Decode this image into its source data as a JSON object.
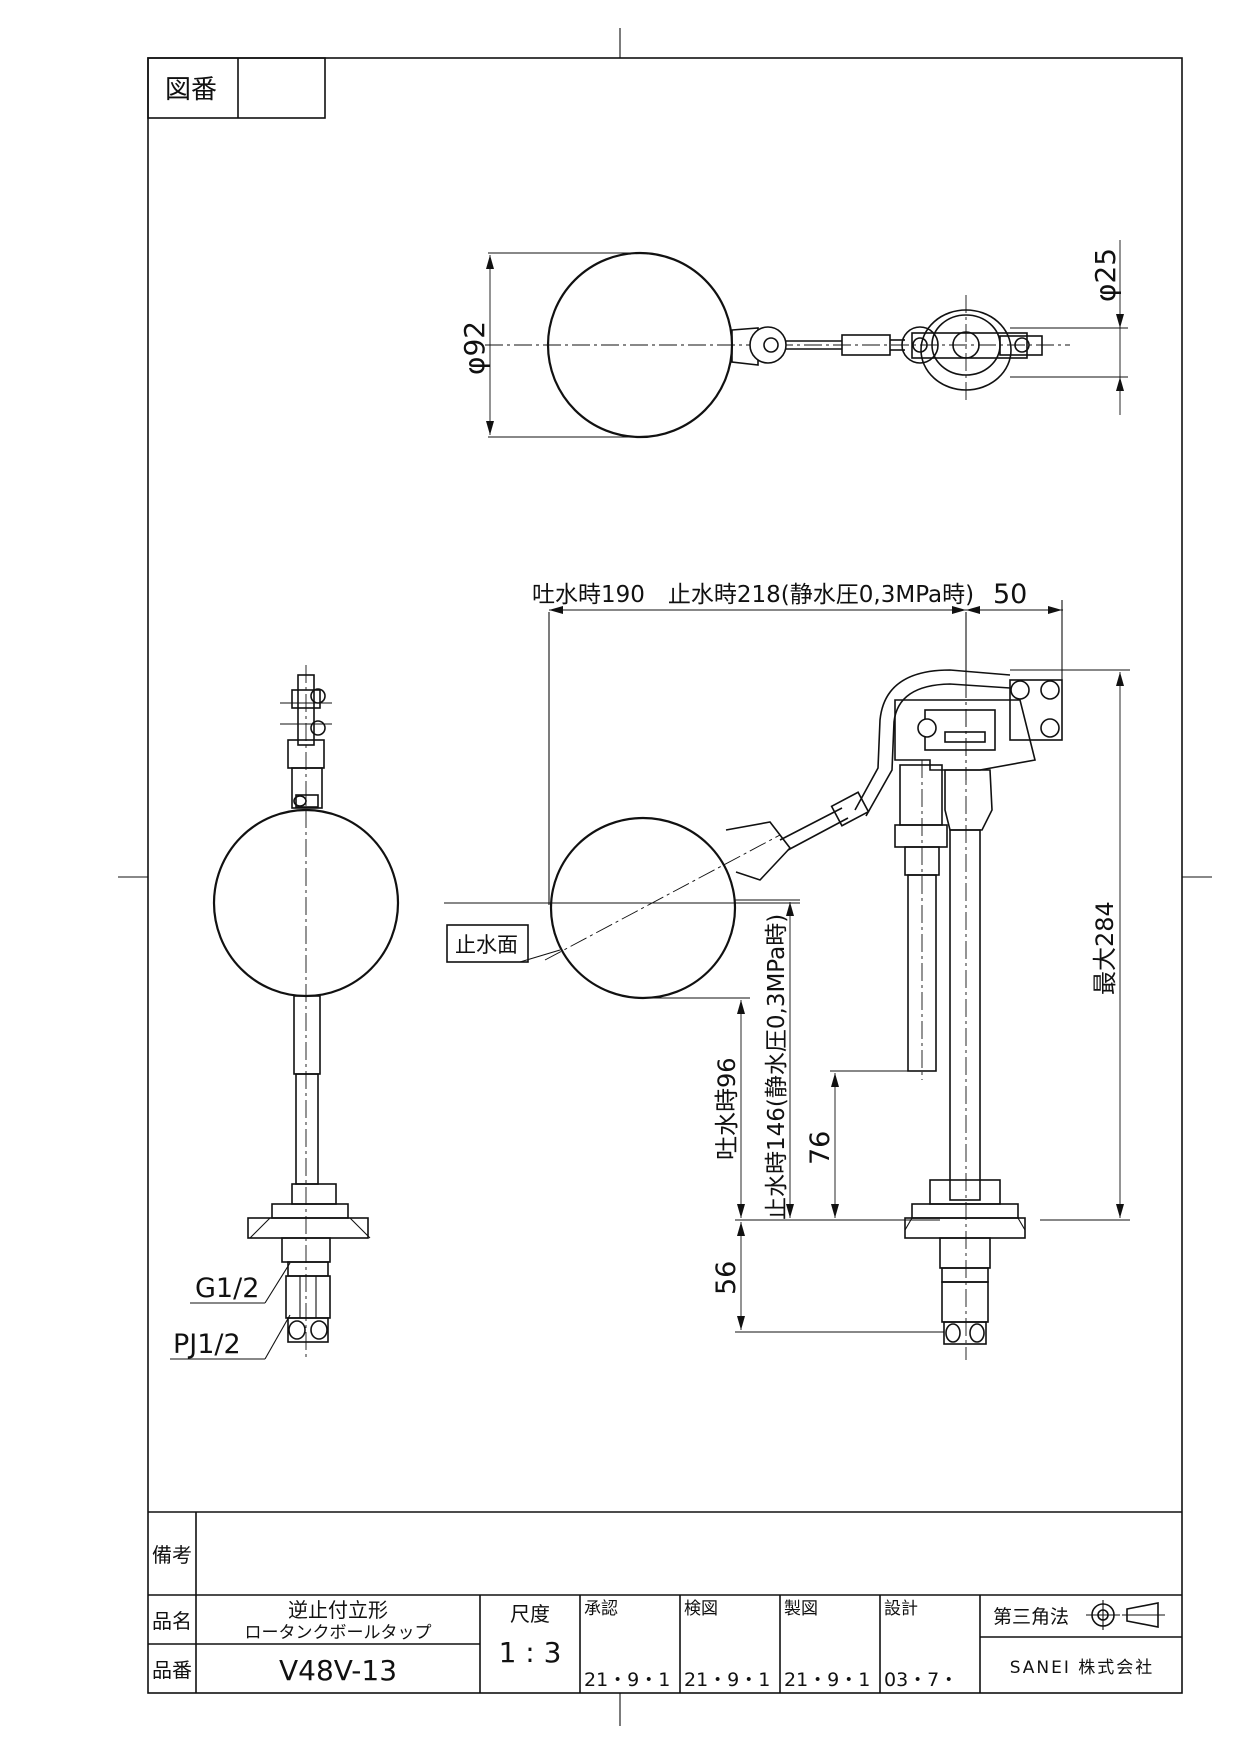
{
  "drawing_no": {
    "label": "図番",
    "value": ""
  },
  "top_view": {
    "dia_ball": "φ92",
    "dia_valve": "φ25"
  },
  "side_view": {
    "dim_horizontal": "吐水時190　止水時218(静水圧0,3MPa時)",
    "dim_50": "50",
    "dim_max": "最大284",
    "water_level_label": "止水面",
    "dim_open_96": "吐水時96",
    "dim_close_146": "止水時146(静水圧0,3MPa時)",
    "dim_76": "76",
    "dim_56": "56"
  },
  "front_view": {
    "thread_g": "G1/2",
    "thread_pj": "PJ1/2"
  },
  "title_block": {
    "remarks_label": "備考",
    "remarks_value": "",
    "name_label": "品名",
    "name_line1": "逆止付立形",
    "name_line2": "ロータンクボールタップ",
    "number_label": "品番",
    "number_value": "V48V-13",
    "scale_label": "尺度",
    "scale_value": "1 : 3",
    "approved_label": "承認",
    "approved_date": "21・9・1",
    "checked_label": "検図",
    "checked_date": "21・9・1",
    "drawn_label": "製図",
    "drawn_date": "21・9・1",
    "design_label": "設計",
    "design_date": "03・7・",
    "projection_label": "第三角法",
    "company": "SANEI 株式会社"
  }
}
